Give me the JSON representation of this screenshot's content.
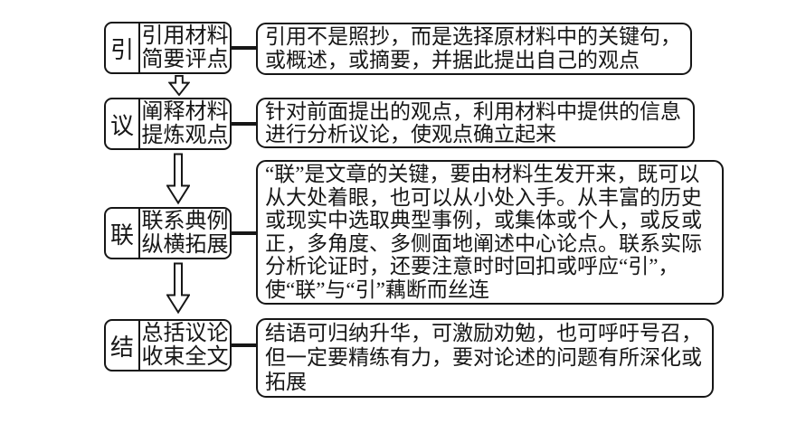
{
  "page": {
    "background_color": "#ffffff",
    "line_color": "#161616",
    "box_fill_color": "#ffffff"
  },
  "flow": {
    "rows": [
      {
        "char": "引",
        "label_line1": "引用材料",
        "label_line2": "简要评点",
        "description": "引用不是照抄，而是选择原材料中的关键句，或概述，或摘要，并据此提出自己的观点"
      },
      {
        "char": "议",
        "label_line1": "阐释材料",
        "label_line2": "提炼观点",
        "description": "针对前面提出的观点，利用材料中提供的信息进行分析议论，使观点确立起来"
      },
      {
        "char": "联",
        "label_line1": "联系典例",
        "label_line2": "纵横拓展",
        "description": "“联”是文章的关键，要由材料生发开来，既可以从大处着眼，也可以从小处入手。从丰富的历史或现实中选取典型事例，或集体或个人，或反或正，多角度、多侧面地阐述中心论点。联系实际分析论证时，还要注意时时回扣或呼应“引”，使“联”与“引”藕断而丝连"
      },
      {
        "char": "结",
        "label_line1": "总括议论",
        "label_line2": "收束全文",
        "description": "结语可归纳升华，可激励劝勉，也可呼吁号召，但一定要精练有力，要对论述的问题有所深化或拓展"
      }
    ]
  }
}
